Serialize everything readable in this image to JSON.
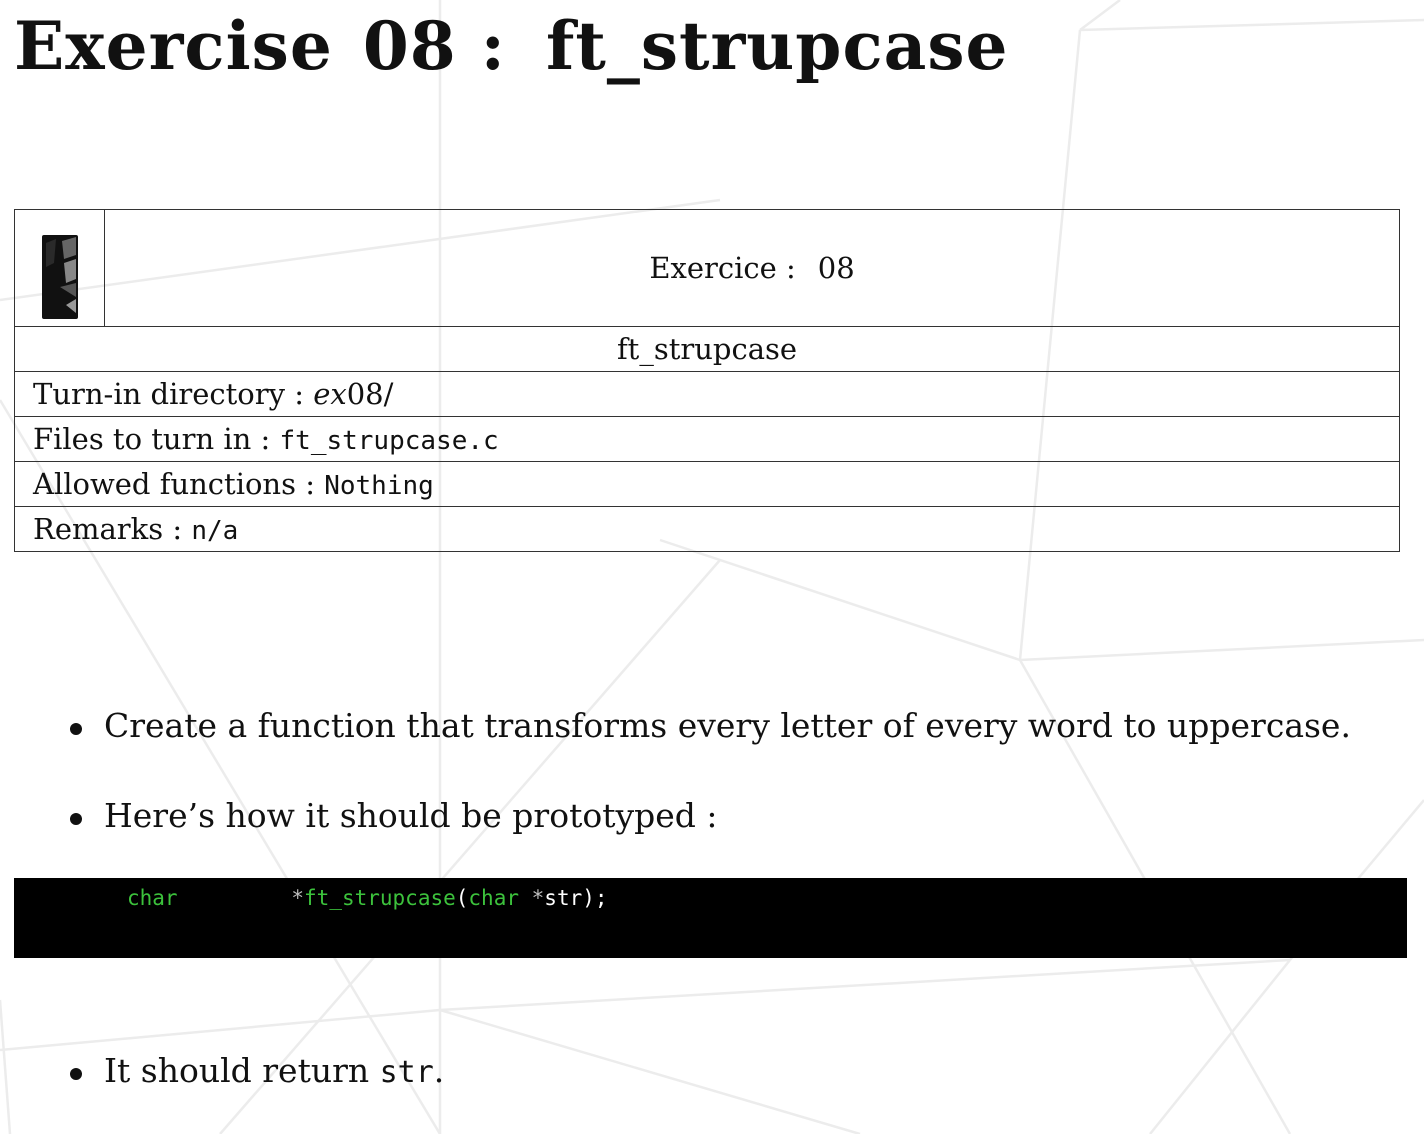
{
  "title": {
    "prefix": "Exercise",
    "number": "08 :",
    "name": "ft_strupcase"
  },
  "info_table": {
    "exercise_label": "Exercice :",
    "exercise_number": "08",
    "exercise_name": "ft_strupcase",
    "turn_in_label": "Turn-in directory :",
    "turn_in_dir_italic": "ex",
    "turn_in_dir_rest": "08/",
    "files_label": "Files to turn in :",
    "files_value": "ft_strupcase.c",
    "allowed_label": "Allowed functions :",
    "allowed_value": "Nothing",
    "remarks_label": "Remarks :",
    "remarks_value": "n/a"
  },
  "bullets": {
    "b1": "Create a function that transforms every letter of every word to uppercase.",
    "b2": "Here’s how it should be prototyped :",
    "b3_text": "It should return ",
    "b3_code": "str",
    "b3_end": "."
  },
  "code": {
    "type": "char",
    "star1": "*",
    "fn_name": "ft_strupcase",
    "open_paren": "(",
    "param_type": "char",
    "star2": "*",
    "param": "str",
    "close": ");"
  },
  "colors": {
    "code_background": "#000000",
    "code_keyword": "#3cc23c",
    "code_text": "#ffffff"
  },
  "icons": {
    "logo": "school-logo-icon"
  }
}
